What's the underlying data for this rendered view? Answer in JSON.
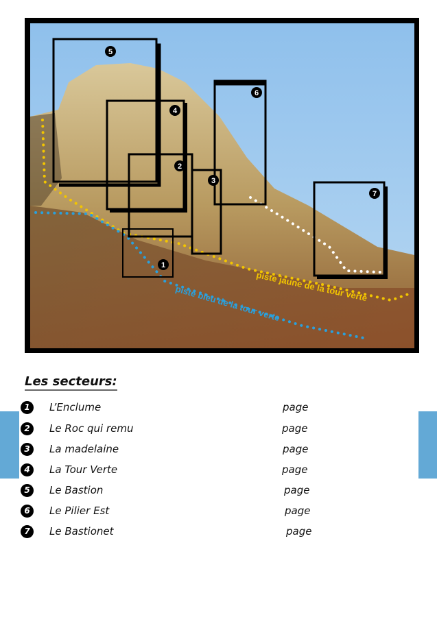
{
  "photo": {
    "markers": [
      "1",
      "2",
      "3",
      "4",
      "5",
      "6",
      "7"
    ],
    "trail_yellow_label": "piste jaune de la tour verte",
    "trail_blue_label": "piste bleu de la tour verte",
    "colors": {
      "yellow": "#f2c500",
      "blue": "#2aa0dc",
      "white": "#ffffff",
      "sky": "#9cc8ee"
    }
  },
  "list": {
    "title": "Les secteurs:",
    "items": [
      {
        "num": "1",
        "name": "L’Enclume",
        "page": "page"
      },
      {
        "num": "2",
        "name": "Le Roc qui remu",
        "page": "page"
      },
      {
        "num": "3",
        "name": "La madelaine",
        "page": "page"
      },
      {
        "num": "4",
        "name": "La Tour Verte",
        "page": "page"
      },
      {
        "num": "5",
        "name": "Le Bastion",
        "page": "page"
      },
      {
        "num": "6",
        "name": "Le Pilier Est",
        "page": "page"
      },
      {
        "num": "7",
        "name": "Le Bastionet",
        "page": "page"
      }
    ]
  },
  "accent": "#63a9d6"
}
